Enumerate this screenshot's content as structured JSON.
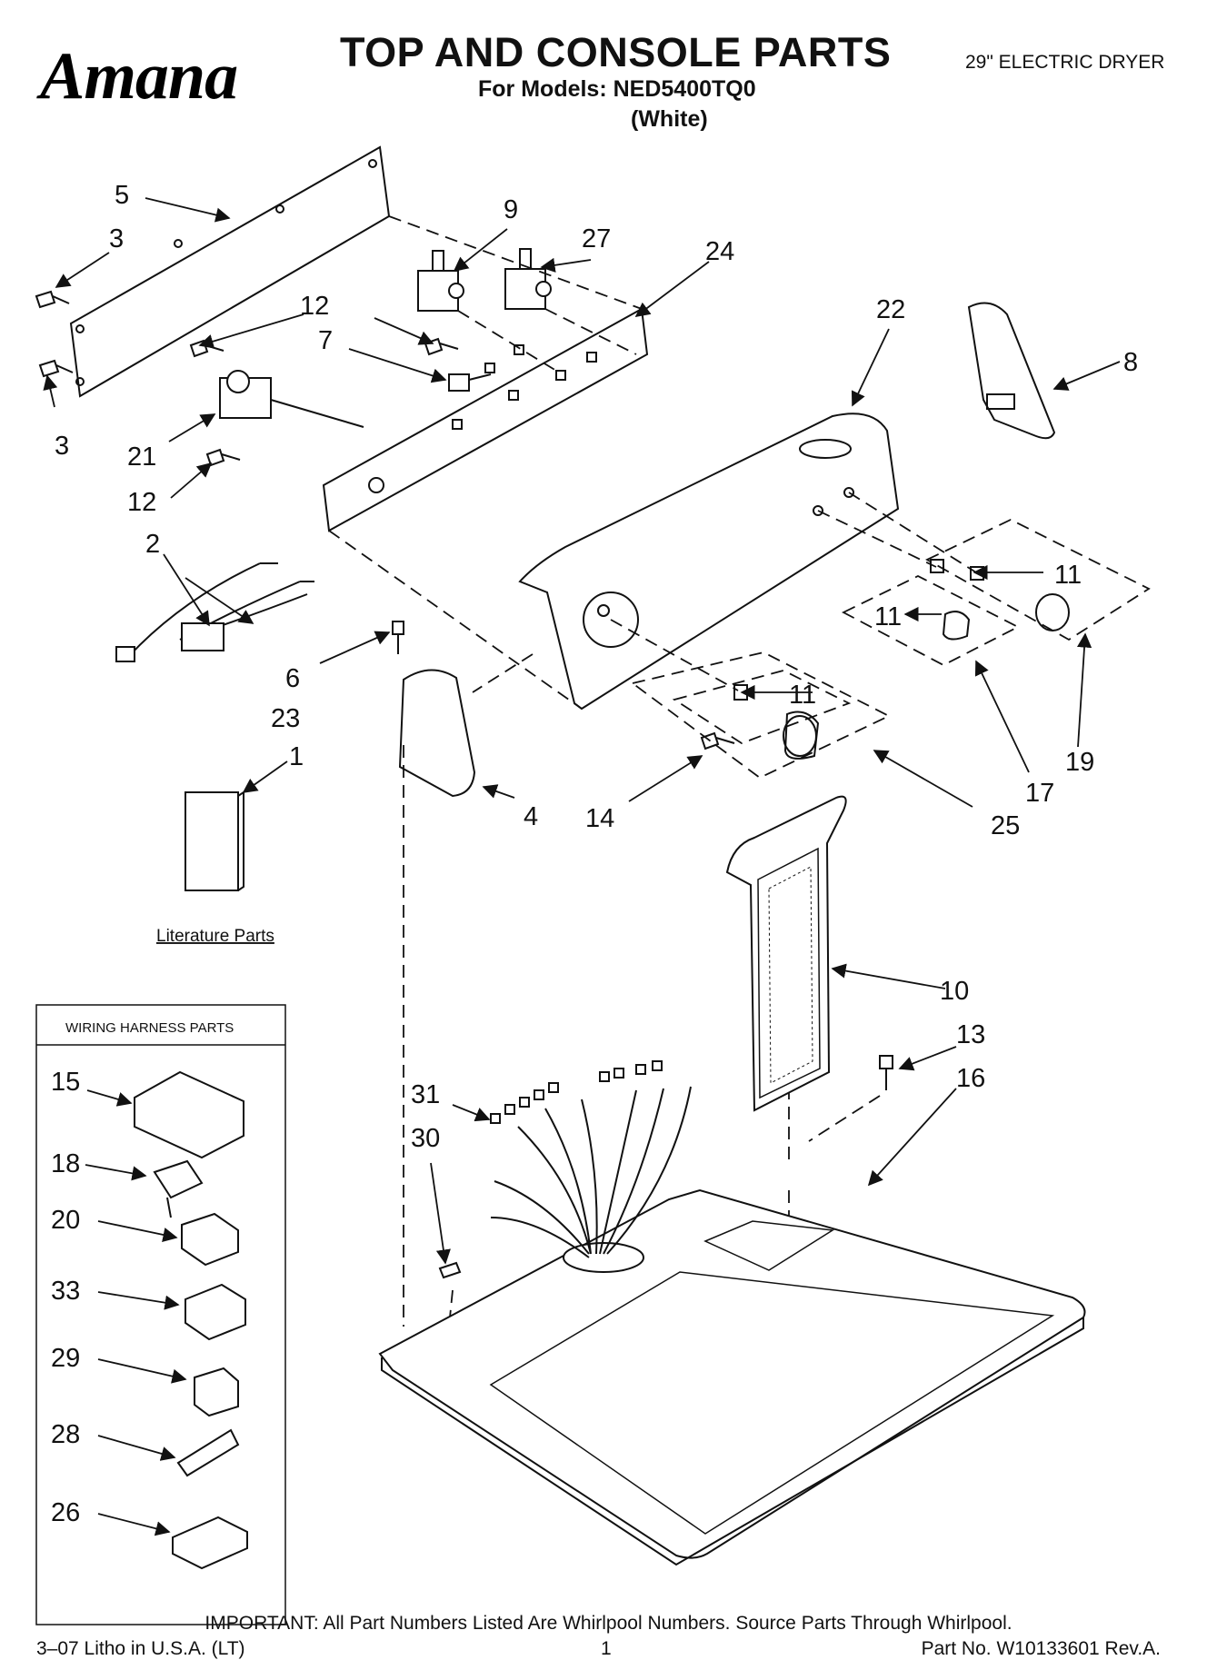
{
  "header": {
    "brand_logo": "Amana",
    "title": "TOP AND CONSOLE PARTS",
    "models_line": "For Models: NED5400TQ0",
    "color_line": "(White)",
    "product": "29\" ELECTRIC DRYER"
  },
  "diagram": {
    "literature_label": "Literature Parts",
    "harness_box_title": "WIRING HARNESS PARTS",
    "callouts": {
      "c1": "1",
      "c2": "2",
      "c3a": "3",
      "c3b": "3",
      "c4": "4",
      "c5": "5",
      "c6": "6",
      "c7": "7",
      "c8": "8",
      "c9": "9",
      "c10": "10",
      "c11a": "11",
      "c11b": "11",
      "c11c": "11",
      "c12a": "12",
      "c12b": "12",
      "c13": "13",
      "c14": "14",
      "c15": "15",
      "c16": "16",
      "c17": "17",
      "c18": "18",
      "c19": "19",
      "c20": "20",
      "c21": "21",
      "c22": "22",
      "c23": "23",
      "c24": "24",
      "c25": "25",
      "c26": "26",
      "c27": "27",
      "c28": "28",
      "c29": "29",
      "c30": "30",
      "c31": "31",
      "c33": "33"
    }
  },
  "footer": {
    "important": "IMPORTANT: All Part Numbers Listed Are Whirlpool Numbers. Source Parts Through Whirlpool.",
    "litho": "3–07 Litho in U.S.A. (LT)",
    "page": "1",
    "part_no": "Part No. W10133601 Rev.A."
  }
}
